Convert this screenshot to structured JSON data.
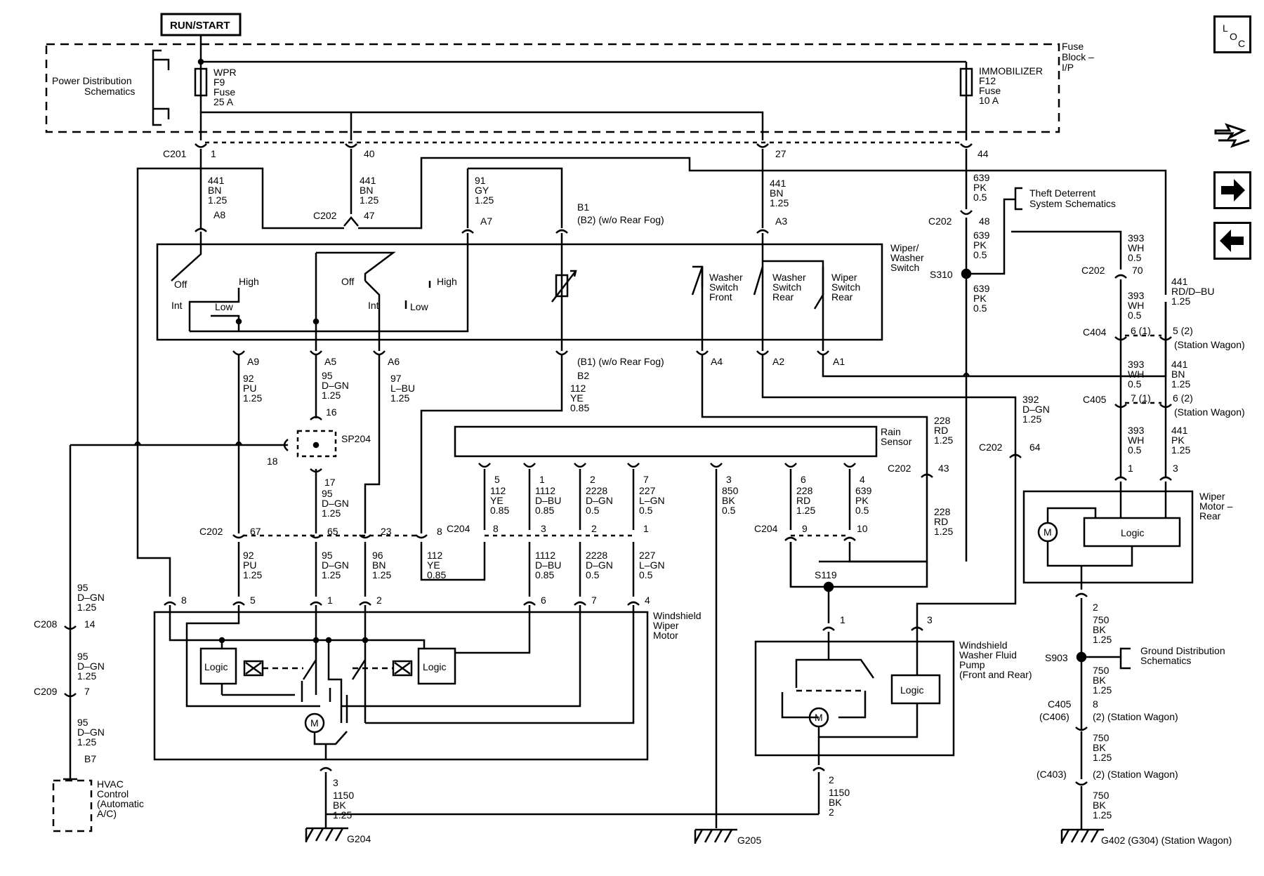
{
  "power": {
    "run_start": "RUN/START",
    "pds_line1": "Power Distribution",
    "pds_line2": "Schematics",
    "fuse_block_line1": "Fuse",
    "fuse_block_line2": "Block –",
    "fuse_block_line3": "I/P",
    "wpr_fuse": [
      "WPR",
      "F9",
      "Fuse",
      "25 A"
    ],
    "immob_fuse": [
      "IMMOBILIZER",
      "F12",
      "Fuse",
      "10 A"
    ]
  },
  "nav": {
    "loc_letters": [
      "L",
      "O",
      "C"
    ],
    "icons": [
      "component-locator-icon",
      "wiring-path-icon",
      "next-arrow-icon",
      "previous-arrow-icon"
    ]
  },
  "c201": {
    "name": "C201",
    "pins": [
      "1",
      "40",
      "27",
      "44"
    ]
  },
  "wires_top": {
    "w441_a": [
      "441",
      "BN",
      "1.25"
    ],
    "a8": "A8",
    "w441_b": [
      "441",
      "BN",
      "1.25"
    ],
    "c202": "C202",
    "p47": "47",
    "w91": [
      "91",
      "GY",
      "1.25"
    ],
    "a7": "A7",
    "b1": "B1",
    "b2_note": "(B2) (w/o Rear Fog)",
    "w441_c": [
      "441",
      "BN",
      "1.25"
    ],
    "a3": "A3",
    "w639_a": [
      "639",
      "PK",
      "0.5"
    ],
    "theft_line1": "Theft Deterrent",
    "theft_line2": "System Schematics",
    "c202_b": "C202",
    "p48": "48",
    "w639_b": [
      "639",
      "PK",
      "0.5"
    ],
    "s310": "S310",
    "w639_c": [
      "639",
      "PK",
      "0.5"
    ]
  },
  "switch": {
    "name": [
      "Wiper/",
      "Washer",
      "Switch"
    ],
    "off1": "Off",
    "high1": "High",
    "int1": "Int",
    "low1": "Low",
    "off2": "Off",
    "high2": "High",
    "int2": "Int",
    "low2": "Low",
    "washer_front": [
      "Washer",
      "Switch",
      "Front"
    ],
    "washer_rear": [
      "Washer",
      "Switch",
      "Rear"
    ],
    "wiper_rear": [
      "Wiper",
      "Switch",
      "Rear"
    ]
  },
  "switch_pins": {
    "a9": "A9",
    "a5": "A5",
    "a6": "A6",
    "b1_note": "(B1) (w/o Rear Fog)",
    "b2": "B2",
    "a4": "A4",
    "a2": "A2",
    "a1": "A1"
  },
  "wires_mid": {
    "w92": [
      "92",
      "PU",
      "1.25"
    ],
    "w95": [
      "95",
      "D–GN",
      "1.25"
    ],
    "p16": "16",
    "w97": [
      "97",
      "L–BU",
      "1.25"
    ],
    "w112": [
      "112",
      "YE",
      "0.85"
    ],
    "sp204": "SP204",
    "p18": "18",
    "p17": "17",
    "w95_b": [
      "95",
      "D–GN",
      "1.25"
    ],
    "w228_a": [
      "228",
      "RD",
      "1.25"
    ],
    "w392": [
      "392",
      "D–GN",
      "1.25"
    ],
    "c202_64": "C202",
    "p64": "64",
    "rain_sensor": [
      "Rain",
      "Sensor"
    ]
  },
  "rain_pins": [
    {
      "pin": "5",
      "wire": [
        "112",
        "YE",
        "0.85"
      ]
    },
    {
      "pin": "1",
      "wire": [
        "1112",
        "D–BU",
        "0.85"
      ]
    },
    {
      "pin": "2",
      "wire": [
        "2228",
        "D–GN",
        "0.5"
      ]
    },
    {
      "pin": "7",
      "wire": [
        "227",
        "L–GN",
        "0.5"
      ]
    },
    {
      "pin": "3",
      "wire": [
        "850",
        "BK",
        "0.5"
      ]
    },
    {
      "pin": "6",
      "wire": [
        "228",
        "RD",
        "1.25"
      ]
    },
    {
      "pin": "4",
      "wire": [
        "639",
        "PK",
        "0.5"
      ]
    }
  ],
  "c204": {
    "name_left": "C204",
    "pins_left": [
      "8",
      "3",
      "2",
      "1"
    ],
    "name_right": "C204",
    "pins_right": [
      "9",
      "10"
    ],
    "c202_43": "C202",
    "p43": "43",
    "w228_b": [
      "228",
      "RD",
      "1.25"
    ]
  },
  "c202_row": {
    "name": "C202",
    "pins": [
      "67",
      "65",
      "23",
      "8"
    ],
    "w92": [
      "92",
      "PU",
      "1.25"
    ],
    "w95": [
      "95",
      "D–GN",
      "1.25"
    ],
    "w96": [
      "96",
      "BN",
      "1.25"
    ],
    "w112": [
      "112",
      "YE",
      "0.85"
    ],
    "w1112": [
      "1112",
      "D–BU",
      "0.85"
    ],
    "w2228": [
      "2228",
      "D–GN",
      "0.5"
    ],
    "w227": [
      "227",
      "L–GN",
      "0.5"
    ]
  },
  "wiper_motor": {
    "name": [
      "Windshield",
      "Wiper",
      "Motor"
    ],
    "pins": [
      "8",
      "5",
      "1",
      "2",
      "6",
      "7",
      "4"
    ],
    "logic": "Logic",
    "motor": "M",
    "gnd_pin": "3",
    "gnd_wire": [
      "1150",
      "BK",
      "1.25"
    ],
    "ground": "G204"
  },
  "hvac": {
    "w95_a": [
      "95",
      "D–GN",
      "1.25"
    ],
    "c208": "C208",
    "p14": "14",
    "w95_b": [
      "95",
      "D–GN",
      "1.25"
    ],
    "c209": "C209",
    "p7": "7",
    "w95_c": [
      "95",
      "D–GN",
      "1.25"
    ],
    "b7": "B7",
    "name": [
      "HVAC",
      "Control",
      "(Automatic",
      "A/C)"
    ]
  },
  "washer_pump": {
    "s119": "S119",
    "p1": "1",
    "p3": "3",
    "name": [
      "Windshield",
      "Washer Fluid",
      "Pump",
      "(Front and Rear)"
    ],
    "logic": "Logic",
    "motor": "M",
    "gnd_pin": "2",
    "gnd_wire": [
      "1150",
      "BK",
      "2"
    ],
    "ground": "G205"
  },
  "rear_circuit": {
    "w393_a": [
      "393",
      "WH",
      "0.5"
    ],
    "c202": "C202",
    "p70": "70",
    "w441_rd": [
      "441",
      "RD/D–BU",
      "1.25"
    ],
    "w393_b": [
      "393",
      "WH",
      "0.5"
    ],
    "c404": "C404",
    "c404_l": "6 (1)",
    "c404_r": "5 (2)",
    "sw1": "(Station Wagon)",
    "w393_c": [
      "393",
      "WH",
      "0.5"
    ],
    "w441_bn": [
      "441",
      "BN",
      "1.25"
    ],
    "c405": "C405",
    "c405_l": "7 (1)",
    "c405_r": "6 (2)",
    "sw2": "(Station Wagon)",
    "w393_d": [
      "393",
      "WH",
      "0.5"
    ],
    "w441_pk": [
      "441",
      "PK",
      "1.25"
    ],
    "p1": "1",
    "p3": "3",
    "rear_motor": [
      "Wiper",
      "Motor –",
      "Rear"
    ],
    "logic": "Logic",
    "motor": "M"
  },
  "rear_ground": {
    "p2": "2",
    "w750_a": [
      "750",
      "BK",
      "1.25"
    ],
    "s903": "S903",
    "gds_line1": "Ground Distribution",
    "gds_line2": "Schematics",
    "w750_b": [
      "750",
      "BK",
      "1.25"
    ],
    "c405": "C405",
    "c406": "(C406)",
    "p8": "8",
    "sw3": "(2) (Station Wagon)",
    "w750_c": [
      "750",
      "BK",
      "1.25"
    ],
    "c403": "(C403)",
    "sw4": "(2) (Station Wagon)",
    "w750_d": [
      "750",
      "BK",
      "1.25"
    ],
    "ground": "G402 (G304) (Station Wagon)"
  }
}
